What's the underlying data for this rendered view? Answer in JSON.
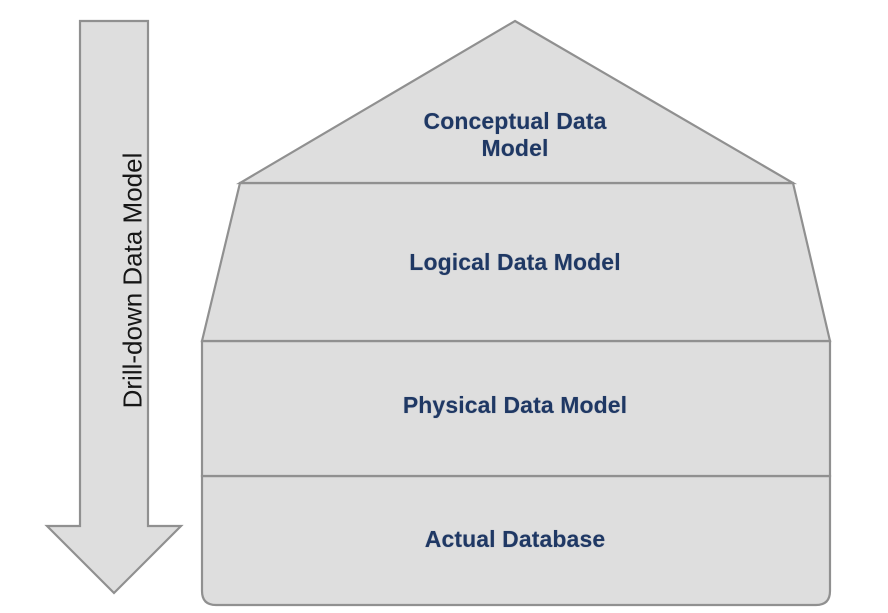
{
  "diagram": {
    "title": "Drill-down Data Model",
    "colors": {
      "shape_fill": "#DEDEDE",
      "shape_stroke": "#909090",
      "label_text": "#1F3864",
      "arrow_text": "#161616",
      "background": "#FFFFFF"
    },
    "arrow": {
      "label": "Drill-down Data Model",
      "direction": "down",
      "icon": "down-arrow-icon"
    },
    "layers": [
      {
        "id": "conceptual",
        "label": "Conceptual Data\nModel",
        "shape": "pentagon-roof",
        "order": 1
      },
      {
        "id": "logical",
        "label": "Logical Data Model",
        "shape": "trapezoid",
        "order": 2
      },
      {
        "id": "physical",
        "label": "Physical Data Model",
        "shape": "rectangle",
        "order": 3
      },
      {
        "id": "actual",
        "label": "Actual Database",
        "shape": "rounded-rectangle",
        "order": 4
      }
    ]
  }
}
